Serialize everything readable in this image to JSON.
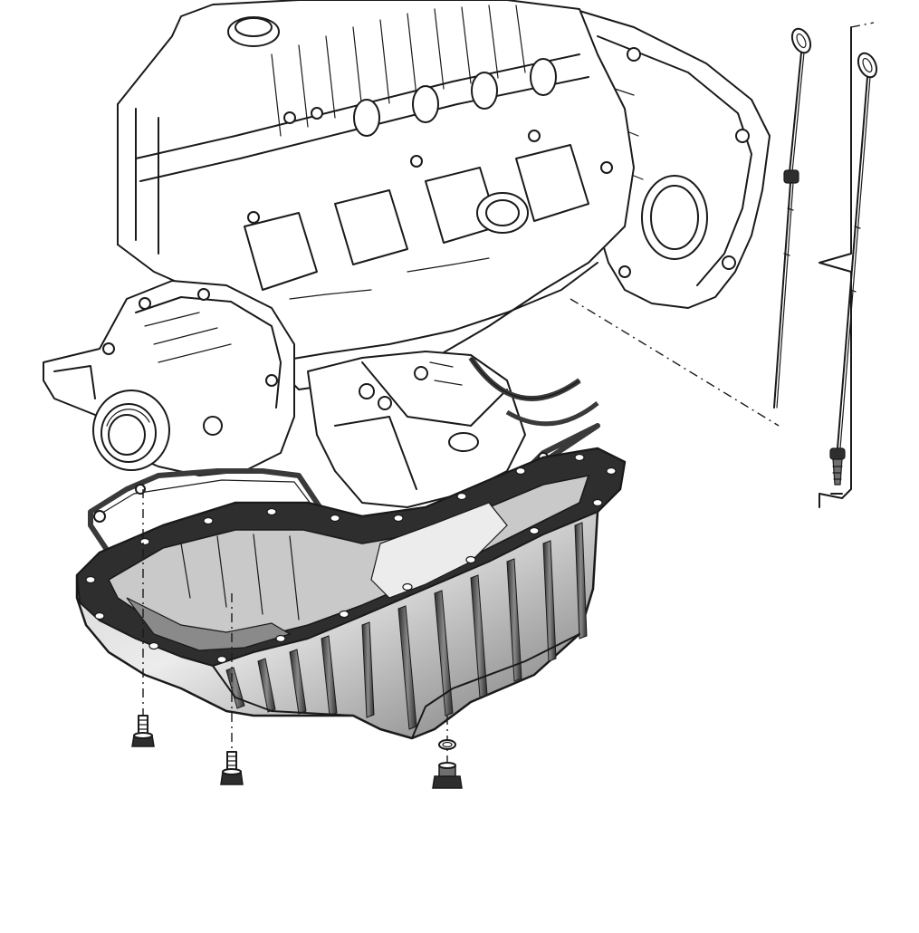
{
  "colors": {
    "background": "#ffffff",
    "line": "#1a1a1a",
    "pan_dark": "#2e2e2e",
    "pan_mid": "#6f6f6f",
    "pan_light": "#c9c9c9",
    "pan_highlight": "#ececec",
    "gasket": "#3a3a3a"
  },
  "parts": [
    "engine-block",
    "timing-cover",
    "crankshaft-seal",
    "flywheel-housing",
    "engine-mount-bracket",
    "oil-pan-gasket",
    "oil-pan",
    "pan-bolt",
    "drain-plug",
    "drain-plug-washer",
    "dipstick",
    "dipstick-alternate"
  ]
}
